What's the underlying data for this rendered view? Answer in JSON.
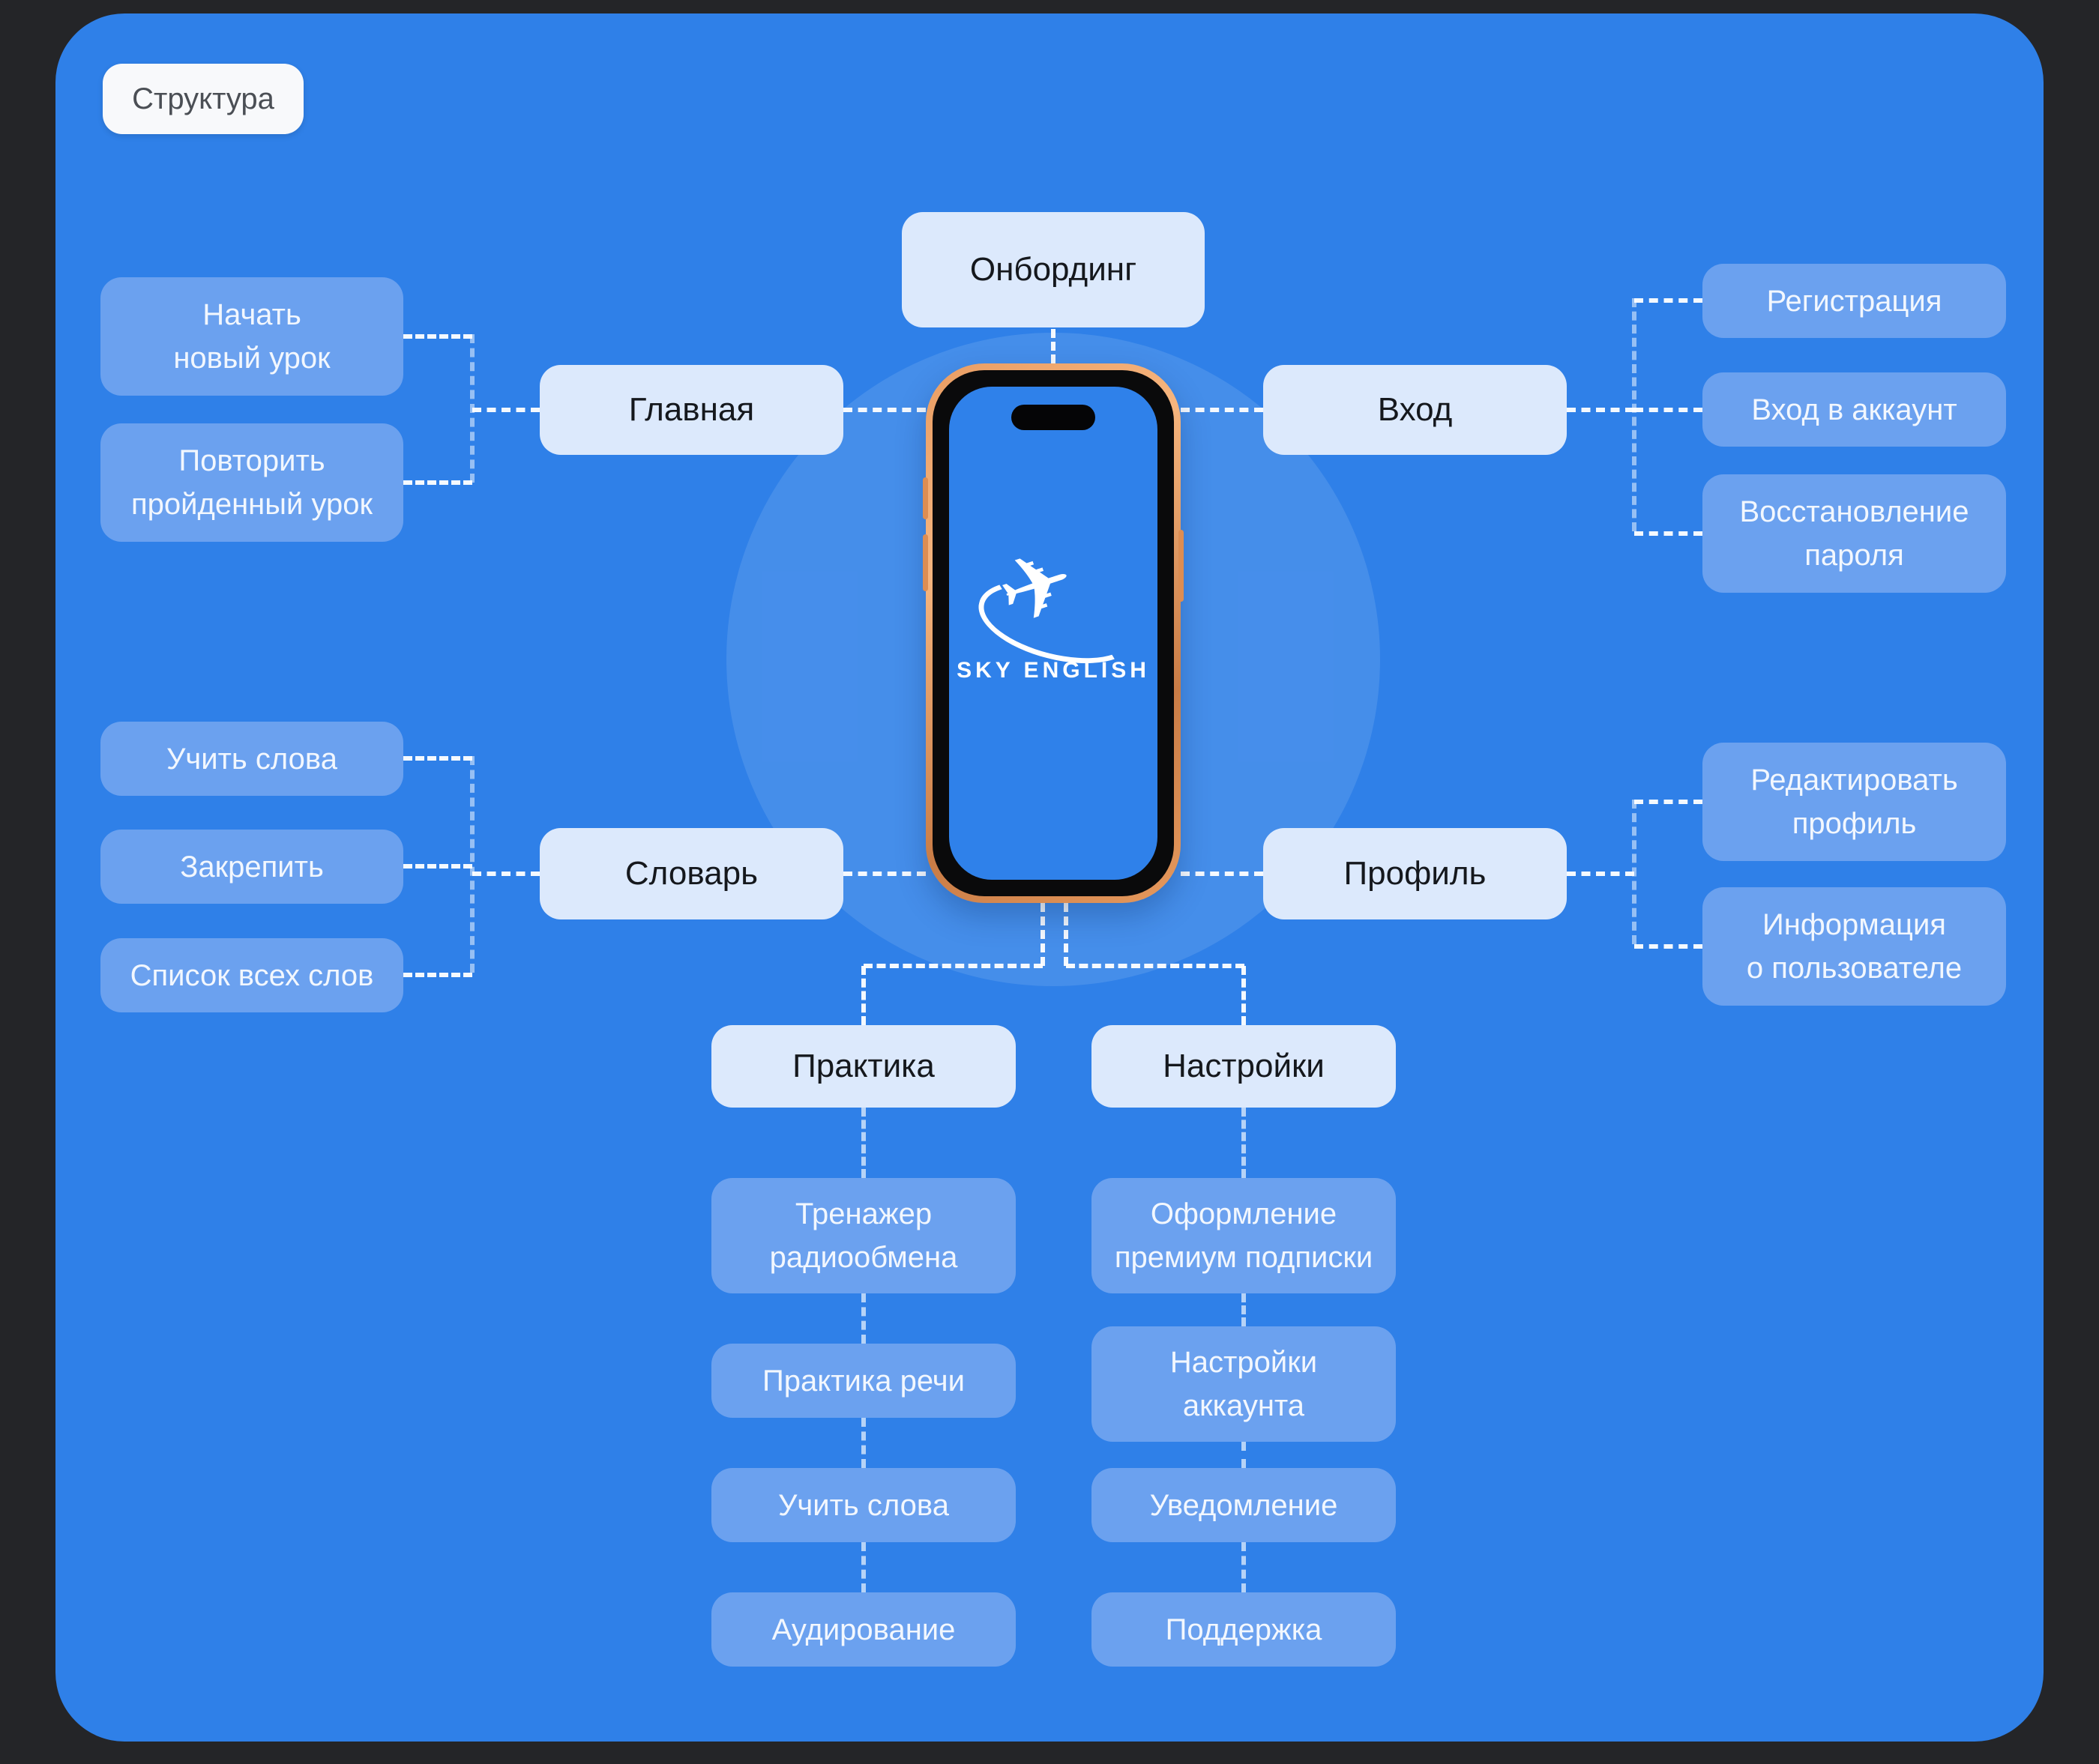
{
  "badge": {
    "label": "Структура"
  },
  "colors": {
    "page_background": "#242528",
    "canvas_blue": "#2F80E8",
    "parent_node": "#DCE9FC",
    "child_node": "#6BA1EF",
    "parent_text": "#15181D",
    "child_text": "#F2F7FE",
    "phone_frame_copper": "#E6995D",
    "connector_white": "#FFFFFF"
  },
  "phone": {
    "brand": "SKY ENGLISH"
  },
  "diagram": {
    "onboarding": {
      "label": "Онбординг"
    },
    "home": {
      "label": "Главная",
      "children": [
        {
          "label": "Начать\nновый урок"
        },
        {
          "label": "Повторить\nпройденный урок"
        }
      ]
    },
    "login": {
      "label": "Вход",
      "children": [
        {
          "label": "Регистрация"
        },
        {
          "label": "Вход в аккаунт"
        },
        {
          "label": "Восстановление\nпароля"
        }
      ]
    },
    "dictionary": {
      "label": "Словарь",
      "children": [
        {
          "label": "Учить слова"
        },
        {
          "label": "Закрепить"
        },
        {
          "label": "Список всех слов"
        }
      ]
    },
    "profile": {
      "label": "Профиль",
      "children": [
        {
          "label": "Редактировать\nпрофиль"
        },
        {
          "label": "Информация\nо пользователе"
        }
      ]
    },
    "practice": {
      "label": "Практика",
      "children": [
        {
          "label": "Тренажер\nрадиообмена"
        },
        {
          "label": "Практика речи"
        },
        {
          "label": "Учить слова"
        },
        {
          "label": "Аудирование"
        }
      ]
    },
    "settings": {
      "label": "Настройки",
      "children": [
        {
          "label": "Оформление\nпремиум подписки"
        },
        {
          "label": "Настройки\nаккаунта"
        },
        {
          "label": "Уведомление"
        },
        {
          "label": "Поддержка"
        }
      ]
    }
  }
}
